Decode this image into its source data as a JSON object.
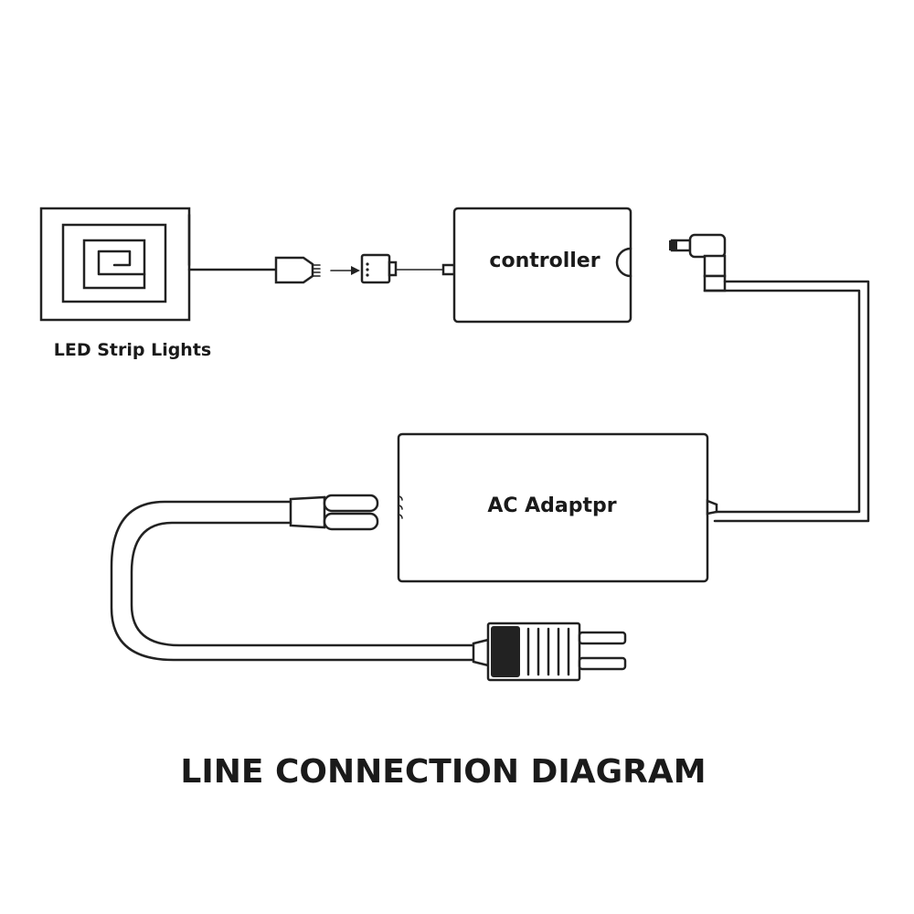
{
  "labels": {
    "strip": "LED Strip Lights",
    "controller": "controller",
    "adapter": "AC Adaptpr",
    "title": "LINE CONNECTION DIAGRAM"
  },
  "icons": {
    "strip": "led-strip-spiral-icon",
    "connector": "4-pin-connector-icon",
    "dc_plug": "dc-barrel-plug-icon",
    "wall_plug": "ac-wall-plug-icon"
  },
  "colors": {
    "line": "#222222",
    "background": "#ffffff"
  }
}
